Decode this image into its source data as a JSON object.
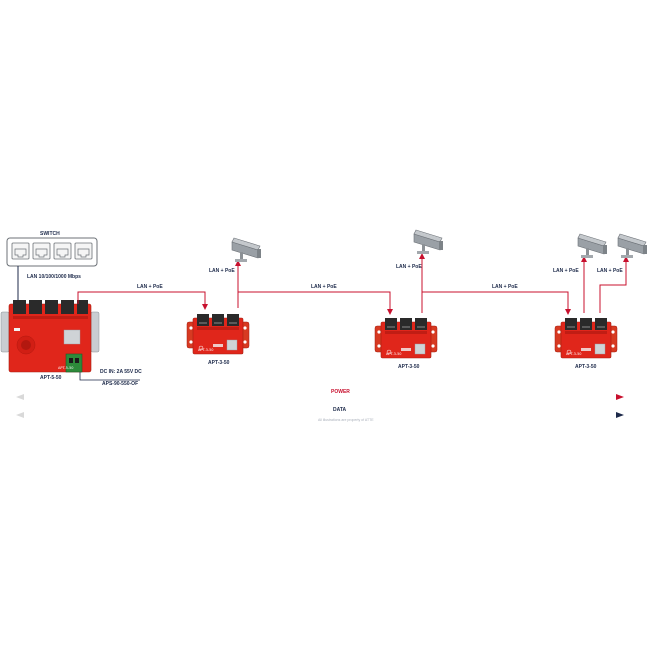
{
  "switch": {
    "label": "SWITCH",
    "speed_label": "LAN 10/100/1000 Mbps"
  },
  "main_unit": {
    "name": "APT-5-50",
    "board_marking": "APT-5-50"
  },
  "psu": {
    "spec": "DC IN: 2A 55V DC",
    "name": "APS-90-550-OF"
  },
  "links": {
    "segment_1": "LAN + PoE",
    "segment_2": "LAN + PoE",
    "segment_3": "LAN + PoE",
    "camera_1": "LAN + PoE",
    "camera_2": "LAN + PoE",
    "camera_3a": "LAN + PoE",
    "camera_3b": "LAN + PoE"
  },
  "extenders": [
    {
      "name": "APT-3-50",
      "board_marking": "APT-3-50"
    },
    {
      "name": "APT-3-50",
      "board_marking": "APT-3-50"
    },
    {
      "name": "APT-3-50",
      "board_marking": "APT-3-50"
    }
  ],
  "legend": {
    "power": "POWER",
    "data": "DATA",
    "copyright": "All illustrations are property of ATTE"
  },
  "colors": {
    "power": "#c8102e",
    "data": "#1d2a4a",
    "board": "#e0261b",
    "connector": "#2a2a2a",
    "bracket": "#d73a22"
  },
  "icons": [
    "switch-icon",
    "cctv-camera-icon",
    "power-supply-icon"
  ]
}
